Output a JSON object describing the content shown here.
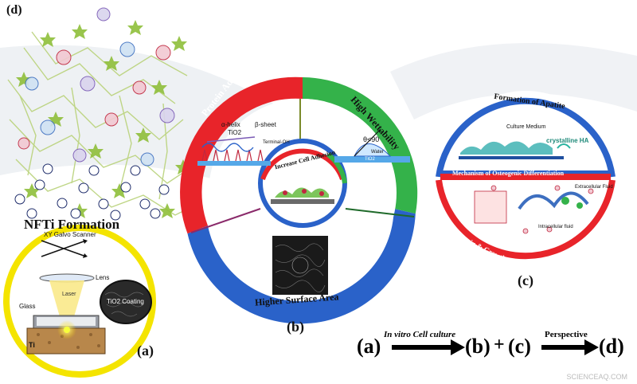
{
  "panels": {
    "a": {
      "letter": "(a)",
      "title": "NFTi Formation",
      "scanner": "XY Galvo Scanner",
      "lens": "Lens",
      "laser": "Laser",
      "glass": "Glass",
      "coating": "TiO2 Coating",
      "ti": "Ti"
    },
    "b": {
      "letter": "(b)",
      "segments": {
        "protein": "Protein Adsorption",
        "wettability": "High Wettability",
        "surface": "Higher Surface Area",
        "center": "Increase Cell Adhesion"
      },
      "protein_labels": [
        "α-helix",
        "β-sheet",
        "TiO2",
        "Terminal-OH"
      ],
      "wettability_labels": [
        "θ<90",
        "Water",
        "TiO2"
      ]
    },
    "c": {
      "letter": "(c)",
      "top_title": "Formation of Apatite",
      "culture": "Culture Medium",
      "crystalline": "crystalline HA",
      "mechanism": "Mechanism of Osteogenic Differentiation",
      "bottom_title": "Protein & Growth Factor Attached/Uptake Ti Ions",
      "extracellular": "Extracellular Fluid",
      "intracellular": "Intracellular fluid"
    },
    "d": {
      "letter": "(d)"
    }
  },
  "flow": {
    "a": "(a)",
    "b": "(b)",
    "plus": "+",
    "c": "(c)",
    "d": "(d)",
    "arrow1_label": "In vitro Cell culture",
    "arrow2_label": "Perspective"
  },
  "watermark": "SCIENCEAQ.COM",
  "colors": {
    "red": "#e8242a",
    "green": "#34b24a",
    "blue": "#2a62c9",
    "yellow": "#f4e400",
    "dark_red": "#c0282a"
  }
}
